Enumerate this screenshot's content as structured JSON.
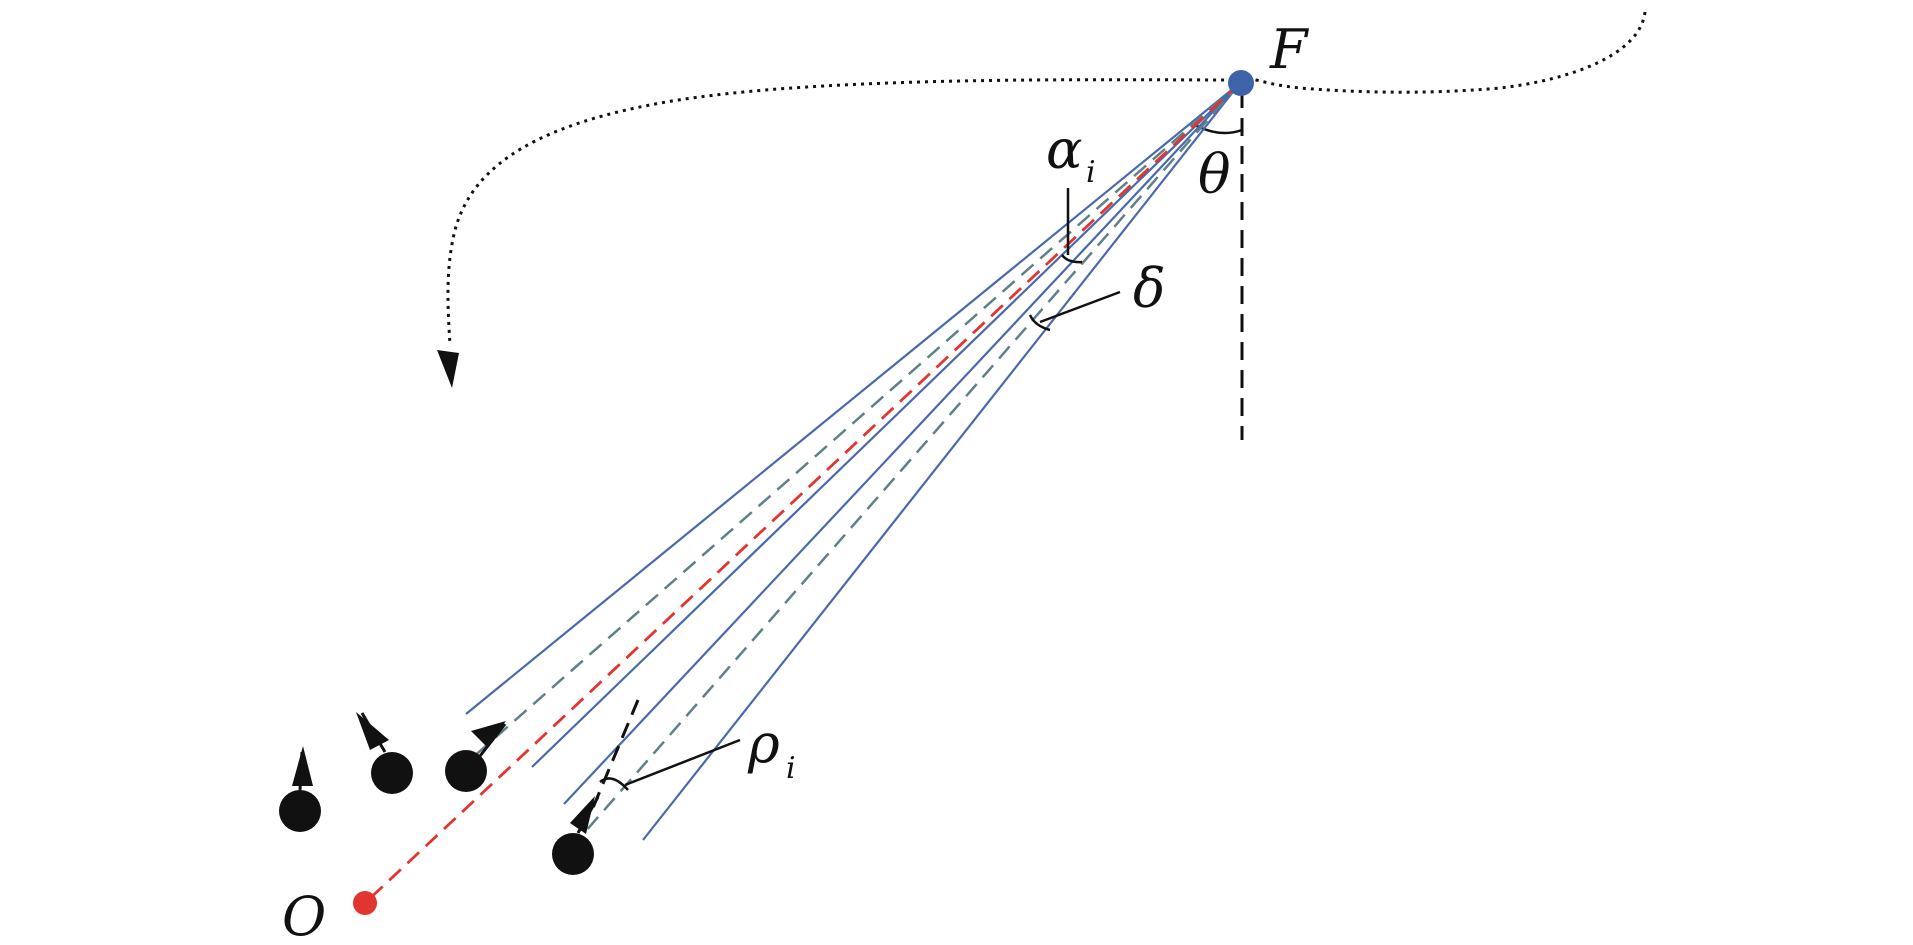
{
  "labels": {
    "F": "F",
    "theta": "θ",
    "alpha": "α",
    "alpha_sub": "i",
    "delta": "δ",
    "rho": "ρ",
    "rho_sub": "i",
    "O": "O"
  },
  "colors": {
    "ray": "#4a69ad",
    "center_ray": "#e2352f",
    "dashed_ray": "#5f8088",
    "source_point": "#3e63a8",
    "origin_point": "#e2352f",
    "particle": "#111111",
    "ink": "#111111"
  }
}
